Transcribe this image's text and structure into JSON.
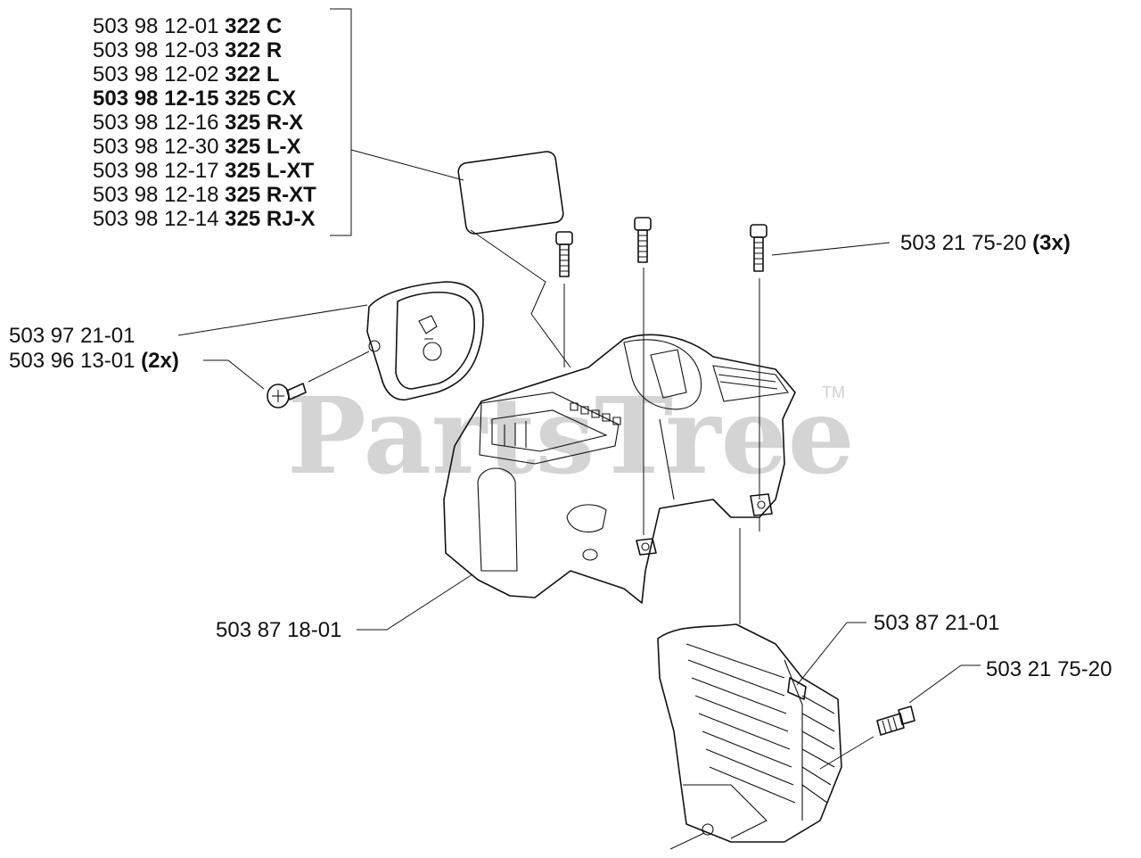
{
  "watermark": {
    "text": "PartsTree",
    "tm": "TM"
  },
  "decal_table": [
    {
      "part": "503 98 12-01",
      "model": "322 C",
      "part_bold": false
    },
    {
      "part": "503 98 12-03",
      "model": "322 R",
      "part_bold": false
    },
    {
      "part": "503 98 12-02",
      "model": "322 L",
      "part_bold": false
    },
    {
      "part": "503 98 12-15",
      "model": "325 CX",
      "part_bold": true
    },
    {
      "part": "503 98 12-16",
      "model": "325 R-X",
      "part_bold": false
    },
    {
      "part": "503 98 12-30",
      "model": "325 L-X",
      "part_bold": false
    },
    {
      "part": "503 98 12-17",
      "model": "325 L-XT",
      "part_bold": false
    },
    {
      "part": "503 98 12-18",
      "model": "325 R-XT",
      "part_bold": false
    },
    {
      "part": "503 98 12-14",
      "model": "325 RJ-X",
      "part_bold": false
    }
  ],
  "callouts": {
    "top_screws": {
      "part": "503 21 75-20",
      "qty": "(3x)"
    },
    "filter_cover": {
      "part": "503 97 21-01"
    },
    "filter_screw": {
      "part": "503 96 13-01",
      "qty": "(2x)"
    },
    "engine_cover": {
      "part": "503 87 18-01"
    },
    "cylinder_shield": {
      "part": "503 87 21-01"
    },
    "shield_screw": {
      "part": "503 21 75-20"
    }
  }
}
